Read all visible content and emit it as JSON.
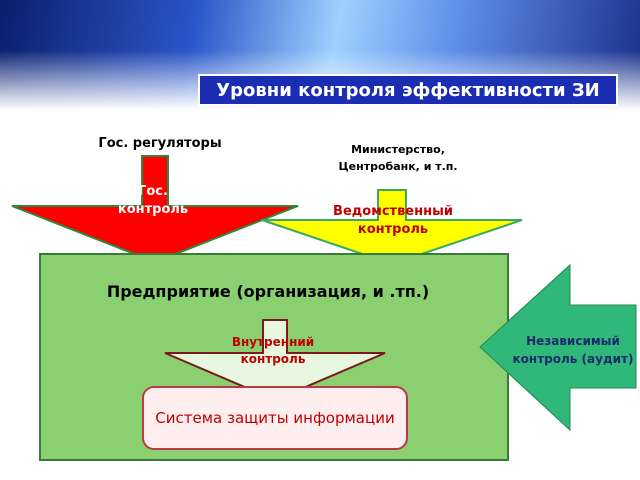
{
  "title": "Уровни контроля эффективности ЗИ",
  "labels": {
    "gov_regulators": "Гос. регуляторы",
    "ministry": "Министерство, Центробанк, и т.п.",
    "gov_control": "Гос. контроль",
    "departmental_control": "Ведомственный контроль",
    "enterprise": "Предприятие (организация, и .тп.)",
    "internal_control": "Внутренний контроль",
    "security_system": "Система защиты информации",
    "independent_control": "Независимый контроль (аудит)"
  },
  "colors": {
    "title_bg": "#1a2db3",
    "gov_arrow": "#ff0000",
    "departmental_arrow": "#ffff00",
    "enterprise_bg": "#8ad070",
    "internal_arrow": "#e8f8e0",
    "audit_arrow": "#2fb87a",
    "accent_text": "#c00000"
  }
}
